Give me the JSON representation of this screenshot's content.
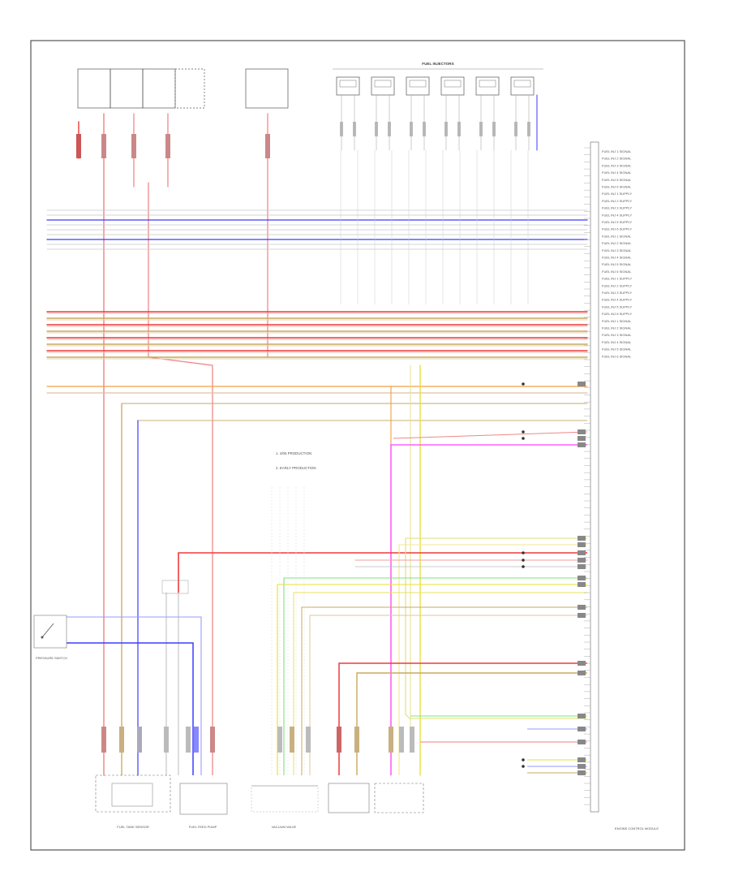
{
  "legend": {
    "item1": "1. 4/06 PRODUCTION",
    "item2": "2. EARLY PRODUCTION"
  },
  "corner_label": "",
  "components": {
    "fuel_injectors": "FUEL INJECTORS",
    "relay_boxes": [
      "",
      "",
      " ",
      ""
    ],
    "pressure_switch": "PRESSURE SWITCH",
    "fuel_tank_sensor": "FUEL TANK SENSOR",
    "fuel_feed_pump": "FUEL FEED PUMP",
    "vacuum_valve": "VACUUM VALVE",
    "reservoir": "",
    "fuel_pump": "",
    "engine_control_module": "ENGINE CONTROL MODULE"
  },
  "colors": {
    "red": "#ef3a3a",
    "pink": "#f08080",
    "blue": "#3b3bff",
    "tan": "#c8a860",
    "yellow": "#e8e030",
    "magenta": "#ff40ff",
    "green": "#80e080",
    "orange": "#f0a040",
    "grey": "#b0b0b0"
  },
  "right_labels": [
    "FUEL INJ 1 SIGNAL",
    "FUEL INJ 2 SIGNAL",
    "FUEL INJ 3 SIGNAL",
    "FUEL INJ 4 SIGNAL",
    "FUEL INJ 5 SIGNAL",
    "FUEL INJ 6 SIGNAL",
    "FUEL INJ 1 SUPPLY",
    "FUEL INJ 2 SUPPLY",
    "FUEL INJ 3 SUPPLY",
    "FUEL INJ 4 SUPPLY",
    "FUEL INJ 5 SUPPLY",
    "FUEL INJ 6 SUPPLY",
    "FUEL INJ 1 SIGNAL",
    "FUEL INJ 2 SIGNAL",
    "FUEL INJ 3 SIGNAL",
    "FUEL INJ 4 SIGNAL",
    "FUEL INJ 5 SIGNAL",
    "FUEL INJ 6 SIGNAL",
    "FUEL INJ 1 SUPPLY",
    "FUEL INJ 2 SUPPLY",
    "FUEL INJ 3 SUPPLY",
    "FUEL INJ 4 SUPPLY",
    "FUEL INJ 5 SUPPLY",
    "FUEL INJ 6 SUPPLY",
    "FUEL INJ 1 SIGNAL",
    "FUEL INJ 2 SIGNAL",
    "FUEL INJ 3 SIGNAL",
    "FUEL INJ 4 SIGNAL",
    "FUEL INJ 5 SIGNAL",
    "FUEL INJ 6 SIGNAL"
  ]
}
